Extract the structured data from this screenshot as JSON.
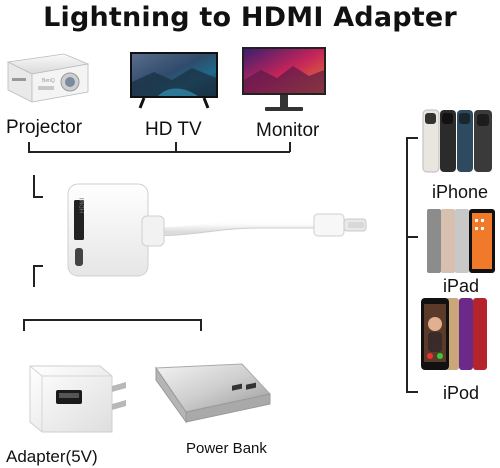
{
  "title": "Lightning to HDMI Adapter",
  "displays": {
    "projector": "Projector",
    "hdtv": "HD TV",
    "monitor": "Monitor"
  },
  "adapter": {
    "port_label": "HDMI"
  },
  "power": {
    "adapter": "Adapter(5V)",
    "power_bank": "Power Bank"
  },
  "devices": {
    "iphone": "iPhone",
    "ipad": "iPad",
    "ipod": "iPod"
  }
}
